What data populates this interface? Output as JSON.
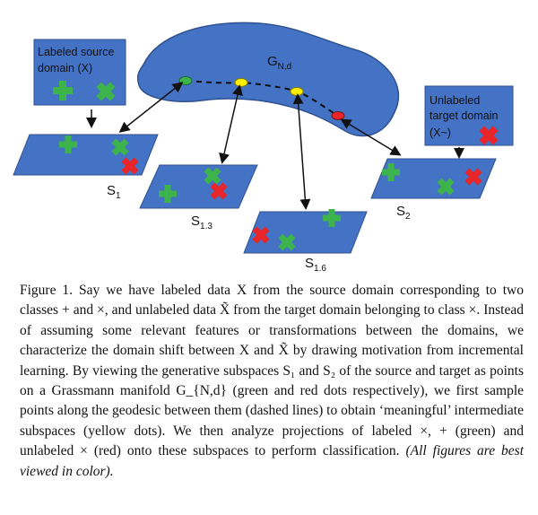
{
  "figure": {
    "manifold_label": "G",
    "manifold_label_sub": "N,d",
    "source_box_line1": "Labeled source",
    "source_box_line2": "domain (X)",
    "target_box_line1": "Unlabeled",
    "target_box_line2": "target domain",
    "target_box_line3": "(X~)",
    "s1_label": "S",
    "s1_sub": "1",
    "s13_label": "S",
    "s13_sub": "1.3",
    "s16_label": "S",
    "s16_sub": "1.6",
    "s2_label": "S",
    "s2_sub": "2"
  },
  "caption": {
    "figure_label": "Figure 1.",
    "body": "Say we have labeled data X from the source domain corresponding to two classes + and ×, and unlabeled data X̃ from the target domain belonging to class ×. Instead of assuming some relevant features or transformations between the domains, we characterize the domain shift between X and X̃ by drawing motivation from incremental learning. By viewing the generative subspaces S₁ and S₂ of the source and target as points on a Grassmann manifold G_{N,d} (green and red dots respectively), we first sample points along the geodesic between them (dashed lines) to obtain ‘meaningful’ intermediate subspaces (yellow dots). We then analyze projections of labeled ×, + (green) and unlabeled × (red) onto these subspaces to perform classification.",
    "italic_note": "(All figures are best viewed in color)."
  },
  "colors": {
    "blue_fill": "#4472c4",
    "blue_edge": "#2f528f",
    "green": "#3cb44b",
    "red": "#e8262a",
    "yellow": "#ffee00"
  }
}
